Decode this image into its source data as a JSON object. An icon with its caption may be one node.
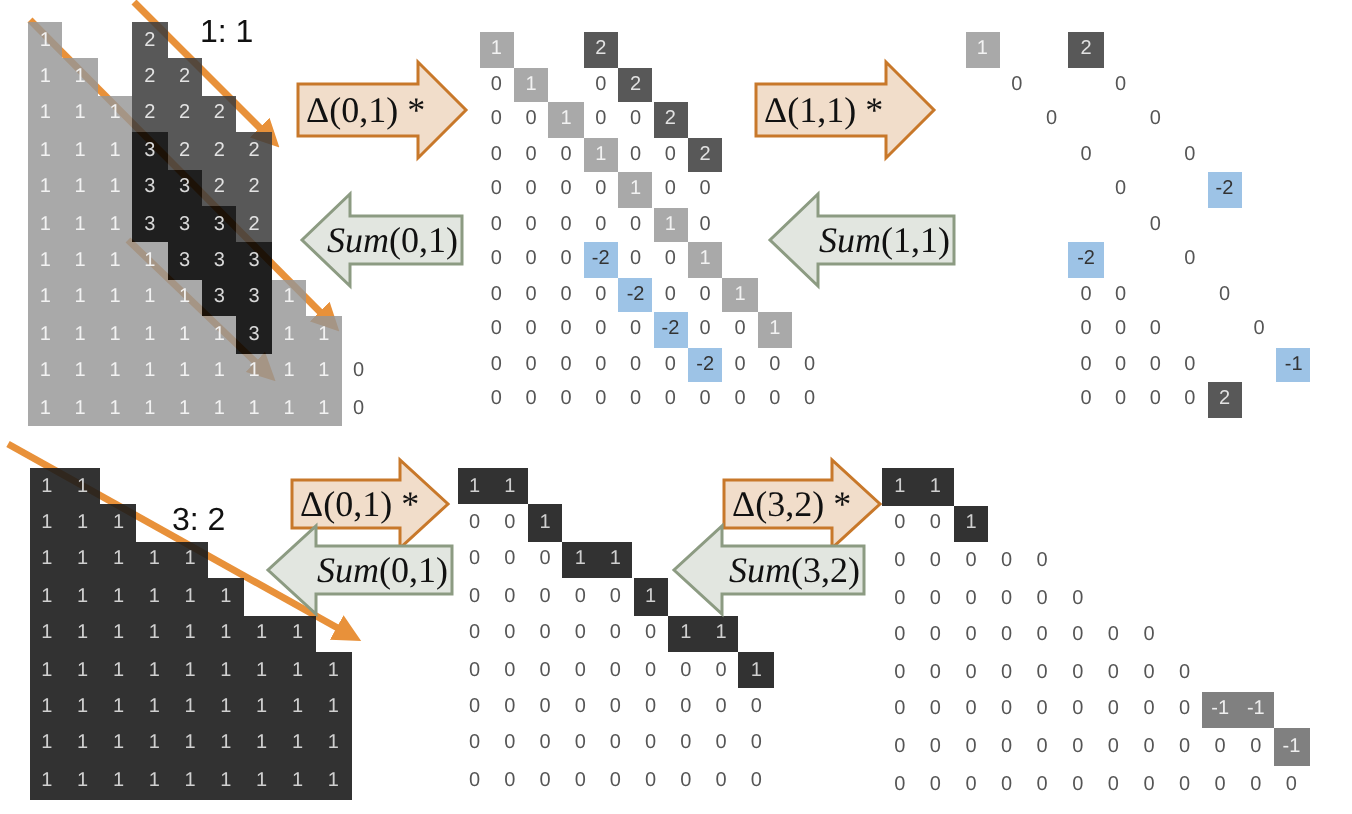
{
  "diagram": {
    "nodes": [
      {
        "text": [
          "1",
          "2",
          "1",
          "1",
          "2",
          "2",
          "1",
          "1",
          "1",
          "2",
          "2",
          "2",
          "1",
          "1",
          "1",
          "3",
          "2",
          "2",
          "2",
          "1",
          "1",
          "1",
          "3",
          "3",
          "2",
          "2",
          "1",
          "1",
          "1",
          "3",
          "3",
          "3",
          "2",
          "1",
          "1",
          "1",
          "1",
          "3",
          "3",
          "3",
          "1",
          "1",
          "1",
          "1",
          "1",
          "3",
          "3",
          "1",
          "1",
          "1",
          "1",
          "1",
          "1",
          "1",
          "3",
          "1",
          "1",
          "1",
          "1",
          "1",
          "1",
          "1",
          "1",
          "1",
          "1",
          "1",
          "0",
          "1",
          "1",
          "1",
          "1",
          "1",
          "1",
          "1",
          "1",
          "1",
          "0"
        ]
      },
      {
        "text": [
          "1",
          "2",
          "0",
          "1",
          "0",
          "2",
          "0",
          "0",
          "1",
          "0",
          "0",
          "2",
          "0",
          "0",
          "0",
          "1",
          "0",
          "0",
          "2",
          "0",
          "0",
          "0",
          "0",
          "1",
          "0",
          "0",
          "0",
          "0",
          "0",
          "0",
          "0",
          "1",
          "0",
          "0",
          "0",
          "0",
          "-2",
          "0",
          "0",
          "1",
          "0",
          "0",
          "0",
          "0",
          "-2",
          "0",
          "0",
          "1",
          "0",
          "0",
          "0",
          "0",
          "0",
          "-2",
          "0",
          "0",
          "1",
          "0",
          "0",
          "0",
          "0",
          "0",
          "0",
          "-2",
          "0",
          "0",
          "0",
          "0",
          "0",
          "0",
          "0",
          "0",
          "0",
          "0",
          "0",
          "0",
          "0"
        ]
      },
      {
        "text": [
          "1",
          "2",
          "0",
          "0",
          "0",
          "0",
          "0",
          "0",
          "0",
          "-2",
          "0",
          "-2",
          "0",
          "0",
          "0",
          "0",
          "0",
          "0",
          "0",
          "0",
          "0",
          "0",
          "0",
          "0",
          "-1",
          "0",
          "0",
          "0",
          "0",
          "2"
        ]
      },
      {
        "text": [
          "1",
          "1",
          "1",
          "1",
          "1",
          "1",
          "1",
          "1",
          "1",
          "1",
          "1",
          "1",
          "1",
          "1",
          "1",
          "1",
          "1",
          "1",
          "1",
          "1",
          "1",
          "1",
          "1",
          "1",
          "1",
          "1",
          "1",
          "1",
          "1",
          "1",
          "1",
          "1",
          "1",
          "1",
          "1",
          "1",
          "1",
          "1",
          "1",
          "1",
          "1",
          "1",
          "1",
          "1",
          "1",
          "1",
          "1",
          "1",
          "1",
          "1",
          "1",
          "1",
          "1",
          "1",
          "1",
          "1",
          "1",
          "1",
          "1",
          "1"
        ]
      },
      {
        "text": [
          "1",
          "1",
          "0",
          "0",
          "1",
          "0",
          "0",
          "0",
          "1",
          "1",
          "0",
          "0",
          "0",
          "0",
          "0",
          "1",
          "0",
          "0",
          "0",
          "0",
          "0",
          "0",
          "1",
          "1",
          "0",
          "0",
          "0",
          "0",
          "0",
          "0",
          "0",
          "0",
          "1",
          "0",
          "0",
          "0",
          "0",
          "0",
          "0",
          "0",
          "0",
          "0",
          "0",
          "0",
          "0",
          "0",
          "0",
          "0",
          "0",
          "0",
          "0",
          "0",
          "0",
          "0",
          "0",
          "0",
          "0",
          "0",
          "0",
          "0"
        ]
      },
      {
        "text": [
          "1",
          "1",
          "0",
          "0",
          "1",
          "0",
          "0",
          "0",
          "0",
          "0",
          "0",
          "0",
          "0",
          "0",
          "0",
          "0",
          "0",
          "0",
          "0",
          "0",
          "0",
          "0",
          "0",
          "0",
          "0",
          "0",
          "0",
          "0",
          "0",
          "0",
          "0",
          "0",
          "0",
          "0",
          "0",
          "0",
          "0",
          "0",
          "0",
          "0",
          "0",
          "0",
          "-1",
          "-1",
          "0",
          "0",
          "0",
          "0",
          "0",
          "0",
          "0",
          "0",
          "0",
          "0",
          "0",
          "-1",
          "0",
          "0",
          "0",
          "0",
          "0",
          "0",
          "0",
          "0",
          "0",
          "0",
          "0",
          "0"
        ]
      }
    ],
    "edges": [
      {
        "from": 0,
        "to": 1,
        "arrow": "to",
        "label": "Δ(0,1) *",
        "color": "#c8782a"
      },
      {
        "from": 1,
        "to": 0,
        "arrow": "to",
        "label": "*Sum*(0,1)",
        "color": "#8c9b82"
      },
      {
        "from": 1,
        "to": 2,
        "arrow": "to",
        "label": "Δ(1,1) *",
        "color": "#c8782a"
      },
      {
        "from": 2,
        "to": 1,
        "arrow": "to",
        "label": "*Sum*(1,1)",
        "color": "#8c9b82"
      },
      {
        "from": 3,
        "to": 4,
        "arrow": "to",
        "label": "Δ(0,1) *",
        "color": "#c8782a"
      },
      {
        "from": 4,
        "to": 3,
        "arrow": "to",
        "label": "*Sum*(0,1)",
        "color": "#8c9b82"
      },
      {
        "from": 4,
        "to": 5,
        "arrow": "to",
        "label": "Δ(3,2) *",
        "color": "#c8782a"
      },
      {
        "from": 5,
        "to": 4,
        "arrow": "to",
        "label": "*Sum*(3,2)",
        "color": "#8c9b82"
      }
    ],
    "labels": [
      "1: 1",
      "3: 2"
    ]
  }
}
